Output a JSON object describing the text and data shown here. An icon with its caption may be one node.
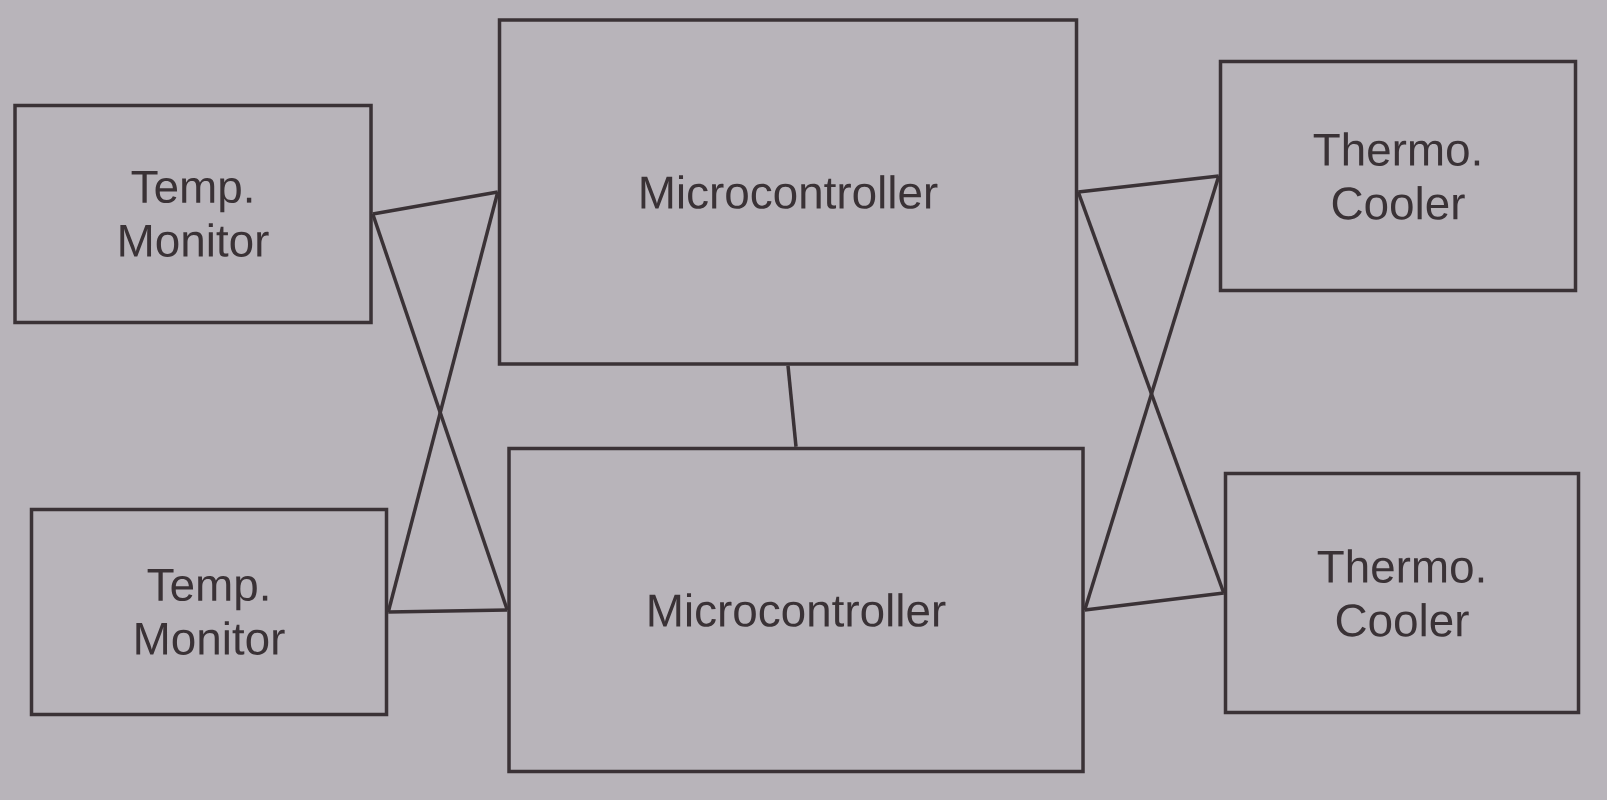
{
  "diagram": {
    "nodes": [
      {
        "text": [
          "Temp. Monitor"
        ]
      },
      {
        "text": [
          "Microcontroller"
        ]
      },
      {
        "text": [
          "Thermo. Cooler"
        ]
      },
      {
        "text": [
          "Temp. Monitor"
        ]
      },
      {
        "text": [
          "Microcontroller"
        ]
      },
      {
        "text": [
          "Thermo. Cooler"
        ]
      }
    ],
    "edges": [
      {
        "from": 0,
        "to": 1,
        "arrow": "none"
      },
      {
        "from": 0,
        "to": 4,
        "arrow": "none"
      },
      {
        "from": 3,
        "to": 1,
        "arrow": "none"
      },
      {
        "from": 3,
        "to": 4,
        "arrow": "none"
      },
      {
        "from": 1,
        "to": 4,
        "arrow": "none"
      },
      {
        "from": 1,
        "to": 2,
        "arrow": "none"
      },
      {
        "from": 1,
        "to": 5,
        "arrow": "none"
      },
      {
        "from": 4,
        "to": 2,
        "arrow": "none"
      },
      {
        "from": 4,
        "to": 5,
        "arrow": "none"
      }
    ]
  }
}
